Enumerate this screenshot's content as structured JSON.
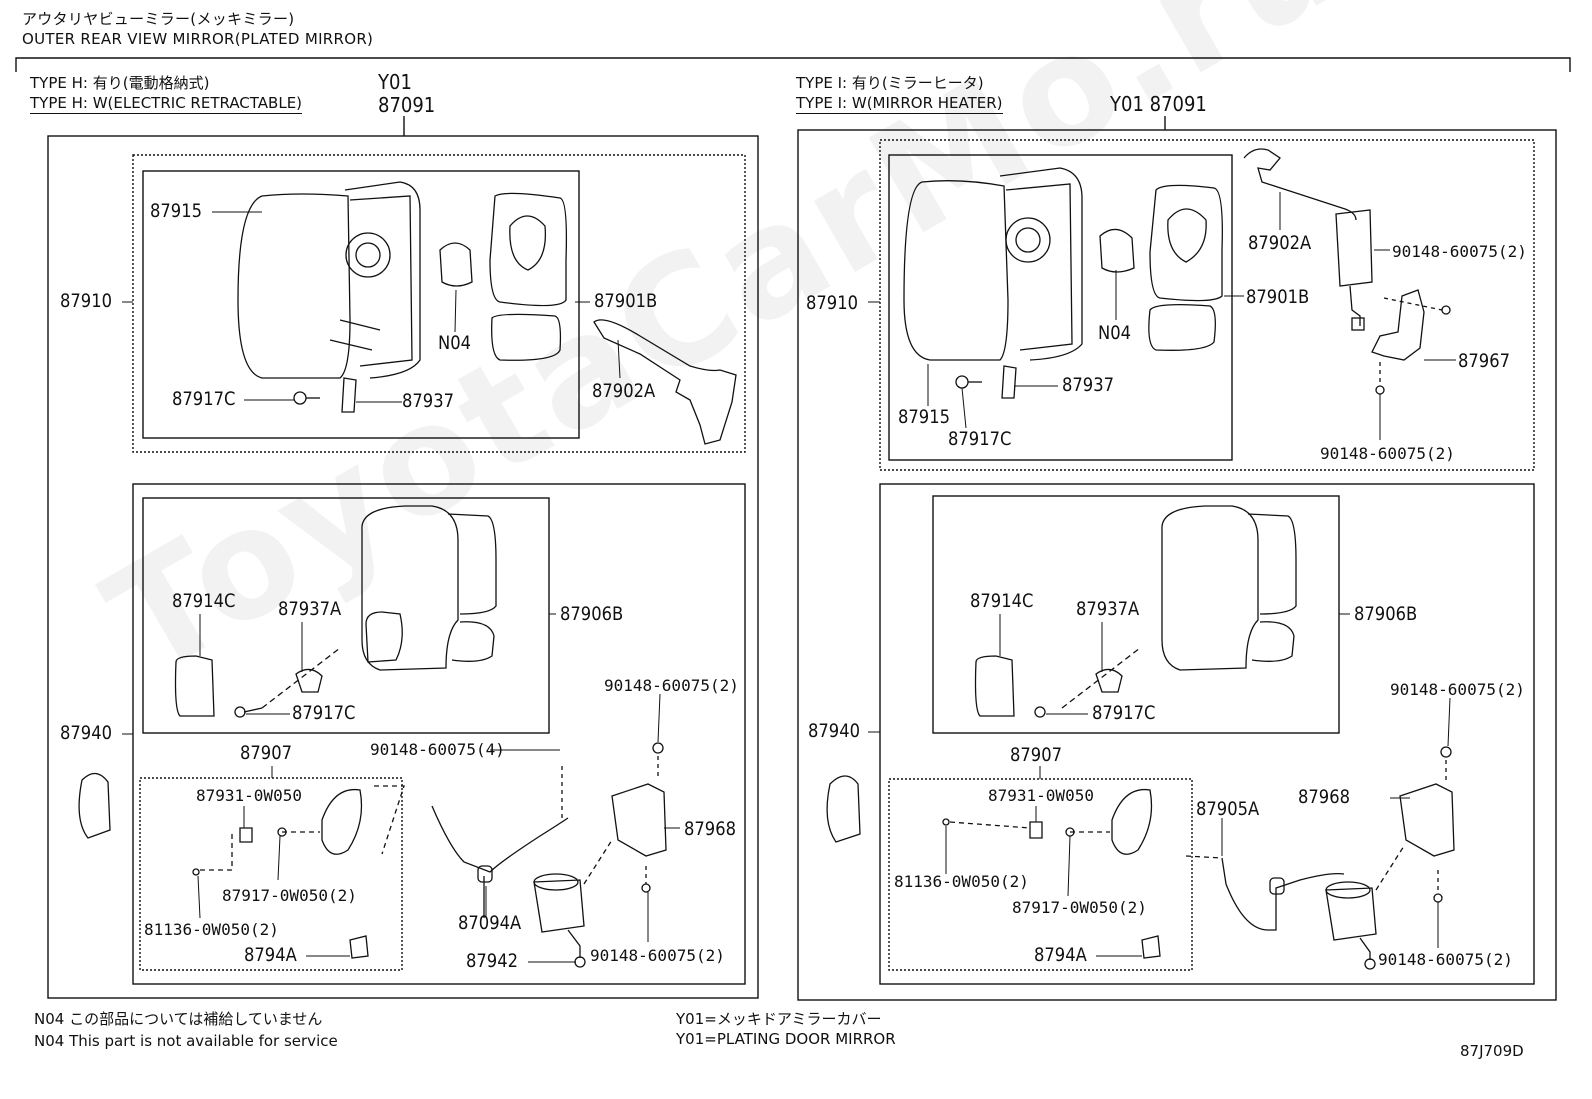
{
  "header": {
    "title_jp": "アウタリヤビューミラー(メッキミラー)",
    "title_en": "OUTER REAR VIEW MIRROR(PLATED MIRROR)"
  },
  "left_panel": {
    "type_jp": "TYPE H: 有り(電動格納式)",
    "type_en": "TYPE H: W(ELECTRIC RETRACTABLE)",
    "code_variant": "Y01",
    "code_assembly": "87091",
    "labels": {
      "p87915": "87915",
      "p87910": "87910",
      "pN04": "N04",
      "p87901B": "87901B",
      "p87902A": "87902A",
      "p87917C_top": "87917C",
      "p87937": "87937",
      "p87914C": "87914C",
      "p87937A": "87937A",
      "p87906B": "87906B",
      "p87917C_mid": "87917C",
      "p90148_a": "90148-60075(2)",
      "p87940": "87940",
      "p87907": "87907",
      "p90148_b": "90148-60075(4)",
      "p87931": "87931-0W050",
      "p87968": "87968",
      "p87917_0W050": "87917-0W050(2)",
      "p81136": "81136-0W050(2)",
      "p87094A": "87094A",
      "p8794A": "8794A",
      "p87942": "87942",
      "p90148_c": "90148-60075(2)"
    }
  },
  "right_panel": {
    "type_jp": "TYPE I: 有り(ミラーヒータ)",
    "type_en": "TYPE I: W(MIRROR HEATER)",
    "code": "Y01 87091",
    "labels": {
      "p87910": "87910",
      "p87902A": "87902A",
      "p90148_a": "90148-60075(2)",
      "p87901B": "87901B",
      "pN04": "N04",
      "p87967": "87967",
      "p87937": "87937",
      "p87915": "87915",
      "p87917C_top": "87917C",
      "p90148_b": "90148-60075(2)",
      "p87914C": "87914C",
      "p87937A": "87937A",
      "p87906B": "87906B",
      "p90148_c": "90148-60075(2)",
      "p87940": "87940",
      "p87917C_mid": "87917C",
      "p87907": "87907",
      "p87931": "87931-0W050",
      "p87968": "87968",
      "p87905A": "87905A",
      "p81136": "81136-0W050(2)",
      "p87917_0W050": "87917-0W050(2)",
      "p8794A": "8794A",
      "p90148_d": "90148-60075(2)"
    }
  },
  "footer": {
    "note_jp": "N04 この部品については補給していません",
    "note_en": "N04 This part is not available for service",
    "legend_jp": "Y01=メッキドアミラーカバー",
    "legend_en": "Y01=PLATING DOOR MIRROR",
    "diagram_code": "87J709D"
  },
  "watermark": "ToyotaCarMo.ru"
}
